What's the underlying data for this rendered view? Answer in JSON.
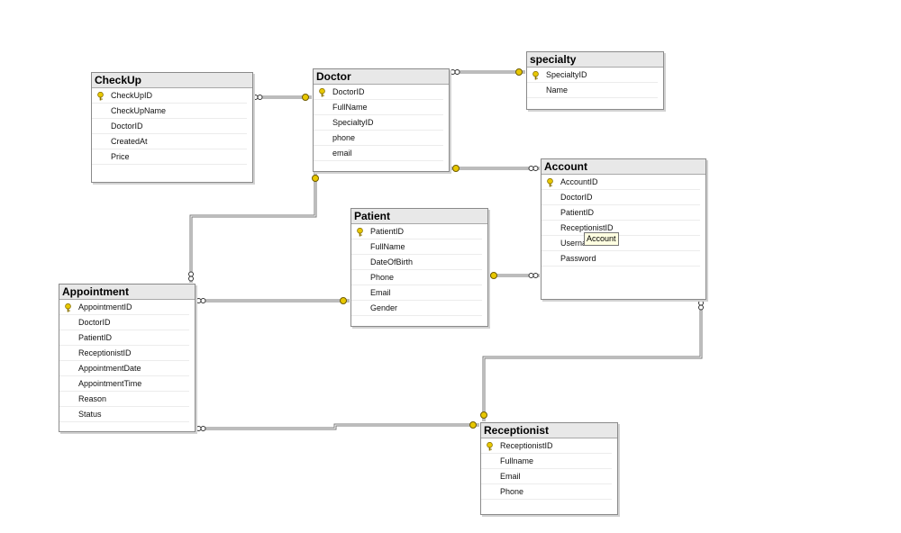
{
  "tables": [
    {
      "name": "CheckUp",
      "columns": [
        {
          "label": "CheckUpID",
          "key": true
        },
        {
          "label": "CheckUpName",
          "key": false
        },
        {
          "label": "DoctorID",
          "key": false
        },
        {
          "label": "CreatedAt",
          "key": false
        },
        {
          "label": "Price",
          "key": false
        }
      ]
    },
    {
      "name": "Doctor",
      "columns": [
        {
          "label": "DoctorID",
          "key": true
        },
        {
          "label": "FullName",
          "key": false
        },
        {
          "label": "SpecialtyID",
          "key": false
        },
        {
          "label": "phone",
          "key": false
        },
        {
          "label": "email",
          "key": false
        }
      ]
    },
    {
      "name": "specialty",
      "columns": [
        {
          "label": "SpecialtyID",
          "key": true
        },
        {
          "label": "Name",
          "key": false
        }
      ]
    },
    {
      "name": "Account",
      "columns": [
        {
          "label": "AccountID",
          "key": true
        },
        {
          "label": "DoctorID",
          "key": false
        },
        {
          "label": "PatientID",
          "key": false
        },
        {
          "label": "ReceptionistID",
          "key": false
        },
        {
          "label": "Userna",
          "key": false
        },
        {
          "label": "Password",
          "key": false
        }
      ]
    },
    {
      "name": "Patient",
      "columns": [
        {
          "label": "PatientID",
          "key": true
        },
        {
          "label": "FullName",
          "key": false
        },
        {
          "label": "DateOfBirth",
          "key": false
        },
        {
          "label": "Phone",
          "key": false
        },
        {
          "label": "Email",
          "key": false
        },
        {
          "label": "Gender",
          "key": false
        }
      ]
    },
    {
      "name": "Appointment",
      "columns": [
        {
          "label": "AppointmentID",
          "key": true
        },
        {
          "label": "DoctorID",
          "key": false
        },
        {
          "label": "PatientID",
          "key": false
        },
        {
          "label": "ReceptionistID",
          "key": false
        },
        {
          "label": "AppointmentDate",
          "key": false
        },
        {
          "label": "AppointmentTime",
          "key": false
        },
        {
          "label": "Reason",
          "key": false
        },
        {
          "label": "Status",
          "key": false
        }
      ]
    },
    {
      "name": "Receptionist",
      "columns": [
        {
          "label": "ReceptionistID",
          "key": true
        },
        {
          "label": "Fullname",
          "key": false
        },
        {
          "label": "Email",
          "key": false
        },
        {
          "label": "Phone",
          "key": false
        }
      ]
    }
  ],
  "tooltip": {
    "text": "Account"
  },
  "colors": {
    "key": "#e8c800",
    "line": "#7a7a7a",
    "title_bg": "#e8e8e8"
  },
  "relationships": [
    {
      "from": "CheckUp",
      "to": "Doctor"
    },
    {
      "from": "Doctor",
      "to": "specialty"
    },
    {
      "from": "Account",
      "to": "Doctor"
    },
    {
      "from": "Appointment",
      "to": "Doctor"
    },
    {
      "from": "Appointment",
      "to": "Patient"
    },
    {
      "from": "Account",
      "to": "Patient"
    },
    {
      "from": "Account",
      "to": "Receptionist"
    },
    {
      "from": "Appointment",
      "to": "Receptionist"
    }
  ]
}
